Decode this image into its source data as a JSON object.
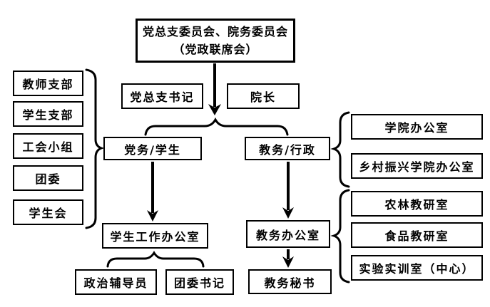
{
  "diagram": {
    "type": "org-chart",
    "colors": {
      "background": "#ffffff",
      "box_background": "#ffffff",
      "box_border": "#000000",
      "text": "#000000",
      "connector": "#000000"
    },
    "nodes": {
      "top_committee": {
        "line1": "党总支委员会、院务委员会",
        "line2": "（党政联席会）"
      },
      "party_branch_secretary": "党总支书记",
      "dean": "院长",
      "party_student": "党务/学生",
      "academic_admin": "教务/行政",
      "left_group": [
        "教师支部",
        "学生支部",
        "工会小组",
        "团委",
        "学生会"
      ],
      "right_top_group": [
        "学院办公室",
        "乡村振兴学院办公室"
      ],
      "right_bottom_group": [
        "农林教研室",
        "食品教研室",
        "实验实训室（中心）"
      ],
      "student_affairs_office": "学生工作办公室",
      "political_counselor": "政治辅导员",
      "league_committee_secretary": "团委书记",
      "academic_affairs_office": "教务办公室",
      "academic_secretary": "教务秘书"
    }
  }
}
